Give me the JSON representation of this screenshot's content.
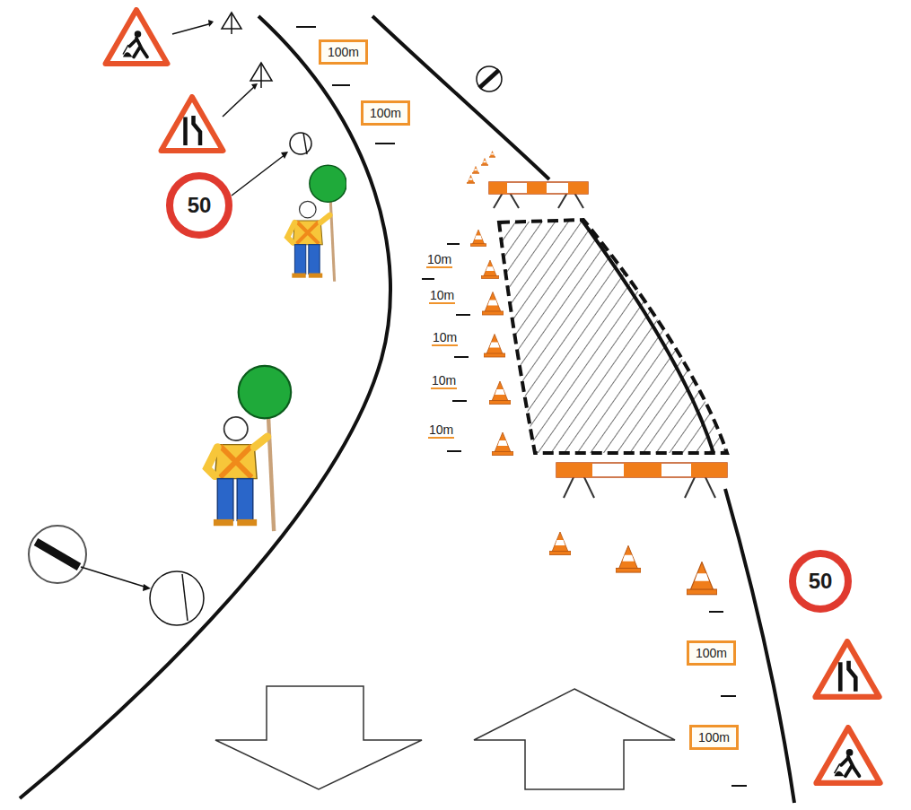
{
  "diagram": {
    "nodes": [
      {
        "text": [
          "100m"
        ]
      },
      {
        "text": [
          "100m"
        ]
      },
      {
        "text": [
          "50"
        ]
      },
      {
        "text": [
          "50"
        ]
      },
      {
        "text": [
          "100m"
        ]
      },
      {
        "text": [
          "100m"
        ]
      }
    ],
    "labels": [
      "10m",
      "10m",
      "10m",
      "10m",
      "10m"
    ]
  }
}
